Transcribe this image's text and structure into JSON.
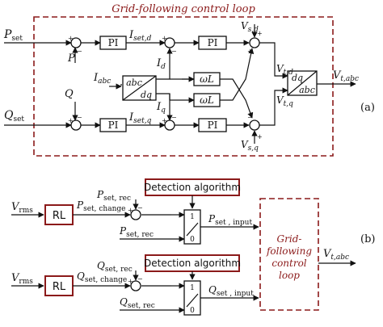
{
  "panel_a": {
    "title": "Grid-following control loop",
    "label": "(a)",
    "inputs": {
      "p_set": "P",
      "p_set_sub": "set",
      "p": "P",
      "q": "Q",
      "q_set": "Q",
      "q_set_sub": "set",
      "i_abc": "I",
      "i_abc_sub": "abc"
    },
    "blocks": {
      "pi": "PI",
      "abc_dq_top": "abc",
      "abc_dq_bot": "dq",
      "omega_l": "ωL",
      "dq_abc_top": "dq",
      "dq_abc_bot": "abc"
    },
    "signals": {
      "i_setd": "I",
      "i_setd_sub": "set,d",
      "i_setq": "I",
      "i_setq_sub": "set,q",
      "i_d": "I",
      "i_d_sub": "d",
      "i_q": "I",
      "i_q_sub": "q",
      "v_sd": "V",
      "v_sd_sub": "s,d",
      "v_sq": "V",
      "v_sq_sub": "s,q",
      "v_td": "V",
      "v_td_sub": "t,d",
      "v_tq": "V",
      "v_tq_sub": "t,q",
      "v_tabc": "V",
      "v_tabc_sub": "t,abc"
    }
  },
  "panel_b": {
    "label": "(b)",
    "v_rms": "V",
    "v_rms_sub": "rms",
    "rl": "RL",
    "detection": "Detection algorithm",
    "p_change": "P",
    "p_change_sub": "set, change",
    "p_rec": "P",
    "p_rec_sub": "set, rec",
    "p_input": "P",
    "p_input_sub": "set , input",
    "q_change": "Q",
    "q_change_sub": "set, change",
    "q_rec": "Q",
    "q_rec_sub": "set, rec",
    "q_input": "Q",
    "q_input_sub": "set , input",
    "switch_on": "1",
    "switch_off": "0",
    "loop_line1": "Grid-",
    "loop_line2": "following",
    "loop_line3": "control",
    "loop_line4": "loop",
    "v_tabc": "V",
    "v_tabc_sub": "t,abc"
  },
  "colors": {
    "accent": "#8b1a1a",
    "ink": "#111111"
  }
}
